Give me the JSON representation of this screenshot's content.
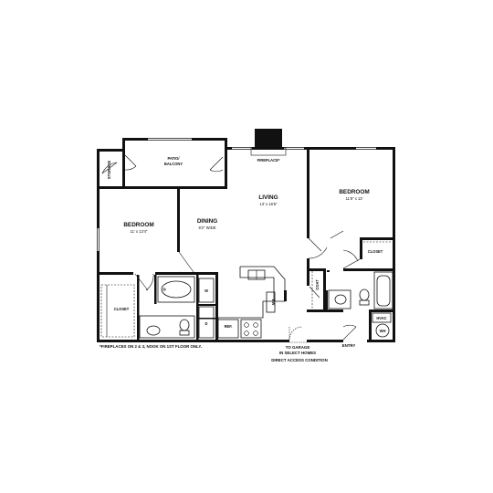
{
  "rooms": {
    "storage": "STORAGE",
    "patio": "PATIO/",
    "patio_2": "BALCONY",
    "fireplace": "FIREPLACE*",
    "living": "LIVING",
    "living_dim": "13' x 16'5\"",
    "bedroom_left": "BEDROOM",
    "bedroom_left_dim": "11' x 13'4\"",
    "dining": "DINING",
    "dining_dim": "9'2\" WIDE",
    "bedroom_right": "BEDROOM",
    "bedroom_right_dim": "11'8\" x 13'",
    "closet_right": "CLOSET",
    "closet_left": "CLOSET",
    "coat": "COAT",
    "hvac": "HVAC",
    "wh": "WH",
    "ref": "REF.",
    "dw": "DW",
    "washer": "W",
    "dryer": "D"
  },
  "notes": {
    "fireplace_note": "*FIREPLACES ON 2 & 3, NOOK ON 1ST FLOOR ONLY.",
    "garage_1": "TO GARAGE",
    "garage_2": "IN SELECT HOMES",
    "garage_3": "DIRECT ACCESS CONDITION",
    "entry": "ENTRY"
  }
}
